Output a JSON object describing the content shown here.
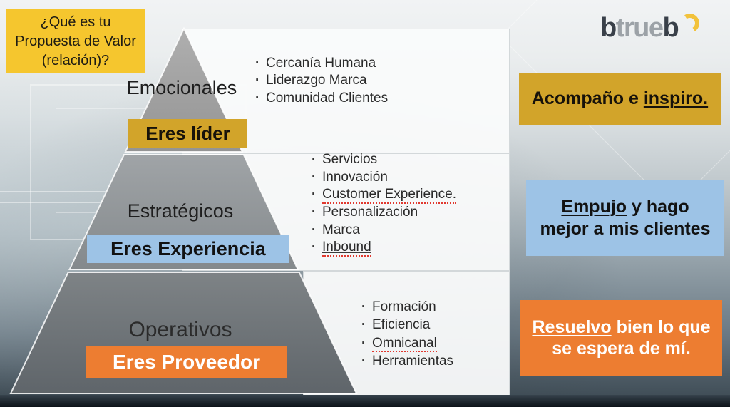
{
  "header": {
    "question": "¿Qué es tu Propuesta de Valor (relación)?",
    "logo": {
      "first": "b",
      "middle": "true",
      "last": "b"
    }
  },
  "pyramid": {
    "levels": [
      {
        "label": "Emocionales",
        "badge": "Eres líder",
        "badge_bg": "#D2A42A",
        "badge_text_color": "#17120A"
      },
      {
        "label": "Estratégicos",
        "badge": "Eres Experiencia",
        "badge_bg": "#9DC3E6",
        "badge_text_color": "#121212"
      },
      {
        "label": "Operativos",
        "badge": "Eres Proveedor",
        "badge_bg": "#ED7D31",
        "badge_text_color": "#FFFFFF"
      }
    ]
  },
  "lists": {
    "emocionales": {
      "items": [
        {
          "text": "Cercanía Humana",
          "flagged": false
        },
        {
          "text": "Liderazgo Marca",
          "flagged": false
        },
        {
          "text": "Comunidad Clientes",
          "flagged": false
        }
      ]
    },
    "estrategicos": {
      "items": [
        {
          "text": "Servicios",
          "flagged": false
        },
        {
          "text": "Innovación",
          "flagged": false
        },
        {
          "text": "Customer Experience.",
          "flagged": true
        },
        {
          "text": "Personalización",
          "flagged": false
        },
        {
          "text": "Marca",
          "flagged": false
        },
        {
          "text": "Inbound",
          "flagged": true
        }
      ]
    },
    "operativos": {
      "items": [
        {
          "text": "Formación",
          "flagged": false
        },
        {
          "text": "Eficiencia",
          "flagged": false
        },
        {
          "text": "Omnicanal",
          "flagged": true
        },
        {
          "text": "Herramientas",
          "flagged": false
        }
      ]
    }
  },
  "messages": [
    {
      "bg": "#D2A42A",
      "text_color": "#17120A",
      "parts": [
        {
          "text": "Acompaño e ",
          "underline": false
        },
        {
          "text": "inspiro.",
          "underline": true
        }
      ]
    },
    {
      "bg": "#9DC3E6",
      "text_color": "#121212",
      "parts": [
        {
          "text": "Empujo",
          "underline": true
        },
        {
          "text": " y hago mejor a mis clientes",
          "underline": false
        }
      ]
    },
    {
      "bg": "#ED7D31",
      "text_color": "#FFFFFF",
      "parts": [
        {
          "text": "Resuelvo",
          "underline": true
        },
        {
          "text": " bien lo que se espera de mí.",
          "underline": false
        }
      ]
    }
  ],
  "colors": {
    "question_yellow": "#F5C62E",
    "gold": "#D2A42A",
    "light_blue": "#9DC3E6",
    "orange": "#ED7D31",
    "pyramid_top_gray": "#9E9E9E",
    "pyramid_mid_gray": "#8F9497",
    "pyramid_bottom_gray": "#6E7478",
    "logo_dark": "#394049",
    "logo_gray": "#9CA2A7",
    "logo_accent": "#F2C23B",
    "spellcheck_red": "#E0392F"
  }
}
